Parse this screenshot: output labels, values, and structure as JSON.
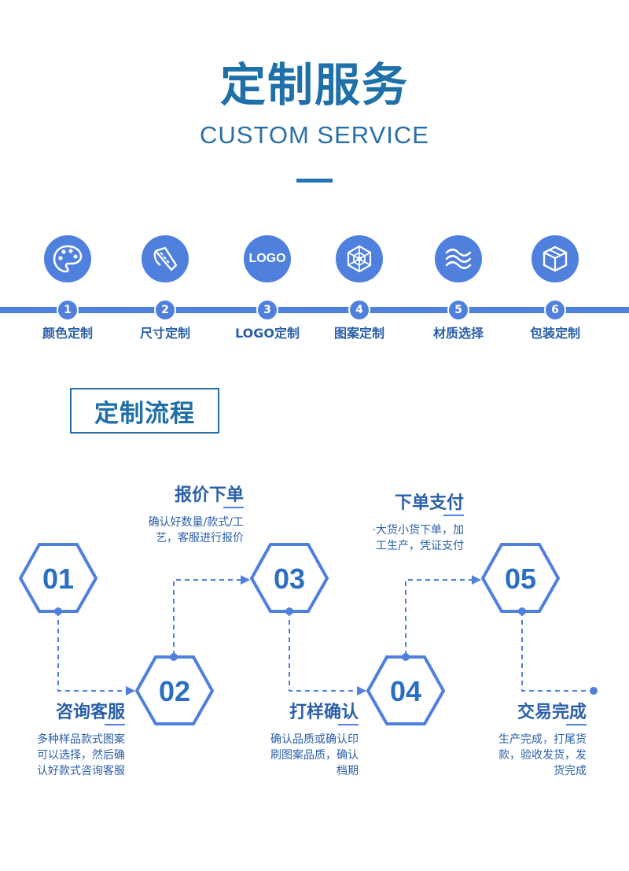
{
  "header": {
    "title": "定制服务",
    "subtitle": "CUSTOM SERVICE"
  },
  "services": [
    {
      "num": "1",
      "label": "颜色定制",
      "icon": "palette-icon"
    },
    {
      "num": "2",
      "label": "尺寸定制",
      "icon": "tape-measure-icon"
    },
    {
      "num": "3",
      "label": "LOGO定制",
      "icon": "logo-text-icon",
      "icon_text": "LOGO"
    },
    {
      "num": "4",
      "label": "图案定制",
      "icon": "pattern-icon"
    },
    {
      "num": "5",
      "label": "材质选择",
      "icon": "waves-icon"
    },
    {
      "num": "6",
      "label": "包装定制",
      "icon": "box-icon"
    }
  ],
  "process": {
    "heading": "定制流程",
    "steps": [
      {
        "num": "01",
        "title": "咨询客服",
        "desc": [
          "多种样品款式图案",
          "可以选择，然后确",
          "认好款式咨询客服"
        ]
      },
      {
        "num": "02",
        "title": "报价下单",
        "desc": [
          "确认好数量/款式/工",
          "艺，客服进行报价"
        ]
      },
      {
        "num": "03",
        "title": "打样确认",
        "desc": [
          "确认品质或确认印",
          "刷图案品质，确认",
          "档期"
        ]
      },
      {
        "num": "04",
        "title": "下单支付",
        "desc": [
          "·大货小货下单，加",
          "工生产，凭证支付"
        ]
      },
      {
        "num": "05",
        "title": "交易完成",
        "desc": [
          "生产完成，打尾货",
          "款，验收发货，发",
          "货完成"
        ]
      }
    ]
  },
  "colors": {
    "accent": "#4f80de",
    "title": "#1f6fa8",
    "text": "#2a5fa8"
  }
}
